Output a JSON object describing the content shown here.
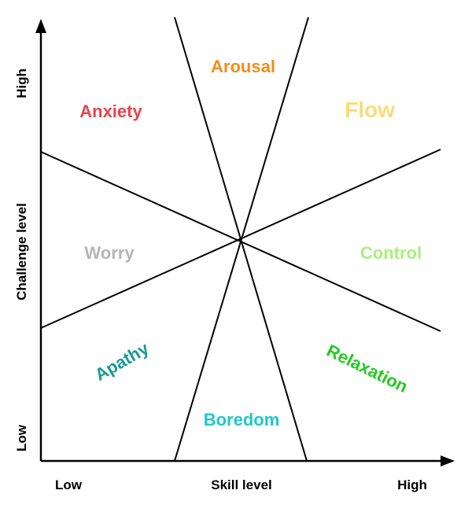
{
  "axes": {
    "x_label": "Skill level",
    "y_label": "Challenge level",
    "x_low": "Low",
    "x_high": "High",
    "y_low": "Low",
    "y_high": "High"
  },
  "zones": {
    "arousal": {
      "label": "Arousal",
      "color": "#f28c1b"
    },
    "flow": {
      "label": "Flow",
      "color": "#f9dc7a"
    },
    "anxiety": {
      "label": "Anxiety",
      "color": "#e8434b"
    },
    "worry": {
      "label": "Worry",
      "color": "#b5b5b5"
    },
    "control": {
      "label": "Control",
      "color": "#a8f07a"
    },
    "apathy": {
      "label": "Apathy",
      "color": "#1a9a93"
    },
    "relaxation": {
      "label": "Relaxation",
      "color": "#1fcc1f"
    },
    "boredom": {
      "label": "Boredom",
      "color": "#22c6c9"
    }
  }
}
